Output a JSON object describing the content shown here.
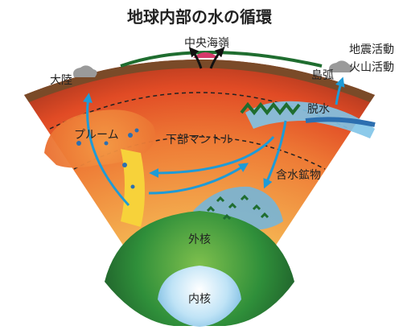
{
  "title": "地球内部の水の循環",
  "labels": {
    "mid_ocean_ridge": "中央海嶺",
    "continent": "大陸",
    "island_arc": "島弧",
    "activity_line1": "地震活動",
    "activity_line2": "火山活動",
    "plume": "プルーム",
    "dehydration": "脱水",
    "lower_mantle": "下部マントル",
    "hydrous_minerals": "含水鉱物",
    "outer_core": "外核",
    "inner_core": "内核"
  },
  "colors": {
    "crust_outer": "#7a4a28",
    "upper_mantle": "#e55b2b",
    "mid_mantle": "#f29a3a",
    "lower_mantle": "#f6c86a",
    "outer_core": "#2f8f3a",
    "inner_core": "#9fd3f0",
    "arrow_blue": "#1e9bd7",
    "ocean_line": "#1f6d2f",
    "slab_blue": "#2c6fb0"
  }
}
